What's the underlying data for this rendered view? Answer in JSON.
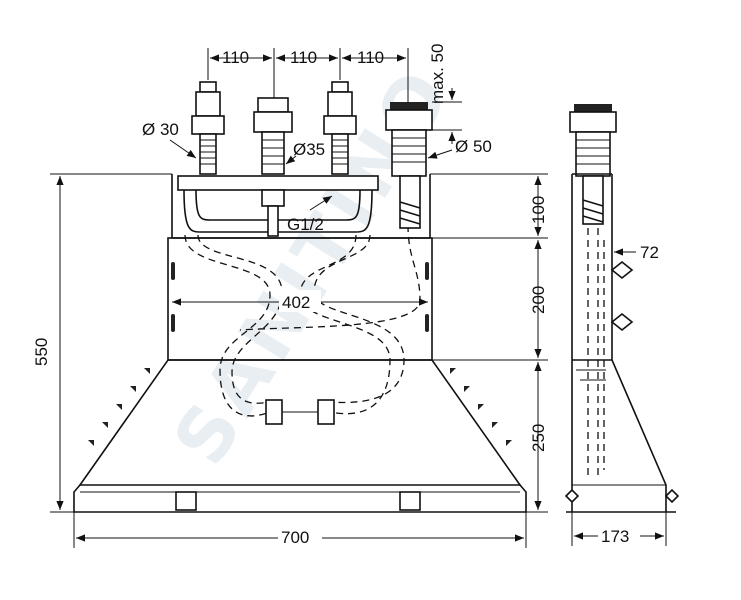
{
  "watermark": "SANITINO",
  "dimensions": {
    "top_spacing_1": "110",
    "top_spacing_2": "110",
    "top_spacing_3": "110",
    "max_height": "max. 50",
    "dia_30": "Ø 30",
    "dia_35": "Ø35",
    "dia_50": "Ø 50",
    "thread": "G1/2",
    "inner_width": "402",
    "total_height": "550",
    "height_upper": "100",
    "height_middle": "200",
    "height_lower": "250",
    "total_width": "700",
    "side_width": "173",
    "side_depth": "72"
  }
}
